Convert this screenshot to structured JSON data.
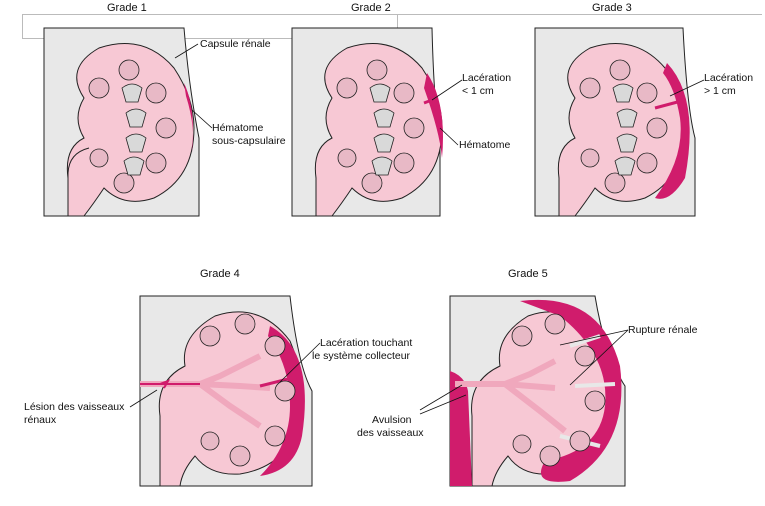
{
  "grades": [
    {
      "title": "Grade 1"
    },
    {
      "title": "Grade 2"
    },
    {
      "title": "Grade 3"
    },
    {
      "title": "Grade 4"
    },
    {
      "title": "Grade 5"
    }
  ],
  "labels": {
    "capsule": "Capsule rénale",
    "hematome_sc_1": "Hématome",
    "hematome_sc_2": "sous-capsulaire",
    "lac2_1": "Lacération",
    "lac2_2": "< 1 cm",
    "hematome": "Hématome",
    "lac3_1": "Lacération",
    "lac3_2": "> 1 cm",
    "lac4_1": "Lacération touchant",
    "lac4_2": "le système collecteur",
    "lesion_1": "Lésion des vaisseaux",
    "lesion_2": "rénaux",
    "rupture": "Rupture rénale",
    "avulsion_1": "Avulsion",
    "avulsion_2": "des vaisseaux"
  },
  "colors": {
    "background": "#e8e8e8",
    "kidney": "#f7c8d4",
    "kidney_dark": "#f0a8bd",
    "pyramid": "#e8b9c6",
    "calyx": "#d9d9d9",
    "hematoma": "#d01c6c",
    "outline": "#222222"
  }
}
